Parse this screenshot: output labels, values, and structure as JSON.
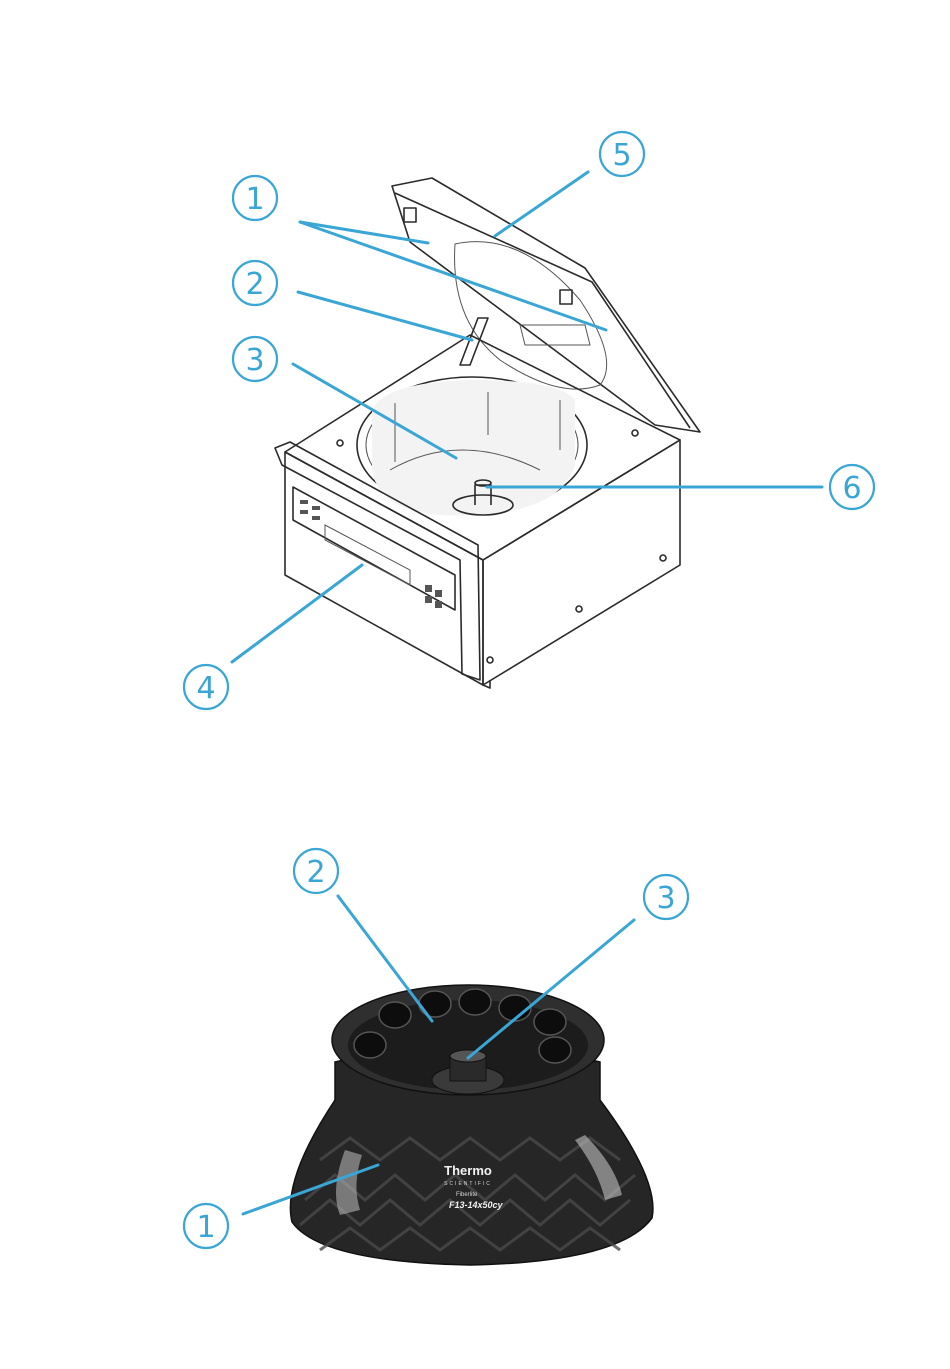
{
  "figure_top": {
    "callouts": [
      {
        "id": "top-1",
        "number": "1"
      },
      {
        "id": "top-2",
        "number": "2"
      },
      {
        "id": "top-3",
        "number": "3"
      },
      {
        "id": "top-4",
        "number": "4"
      },
      {
        "id": "top-5",
        "number": "5"
      },
      {
        "id": "top-6",
        "number": "6"
      }
    ]
  },
  "figure_bottom": {
    "callouts": [
      {
        "id": "bottom-1",
        "number": "1"
      },
      {
        "id": "bottom-2",
        "number": "2"
      },
      {
        "id": "bottom-3",
        "number": "3"
      }
    ],
    "rotor_label": {
      "brand": "Thermo",
      "brand_sub": "SCIENTIFIC",
      "series": "Fiberlite",
      "model": "F13-14x50cy"
    }
  },
  "colors": {
    "callout": "#3aa6d6",
    "ink": "#2b2b2b",
    "rotor_dark": "#1f1f1f"
  }
}
